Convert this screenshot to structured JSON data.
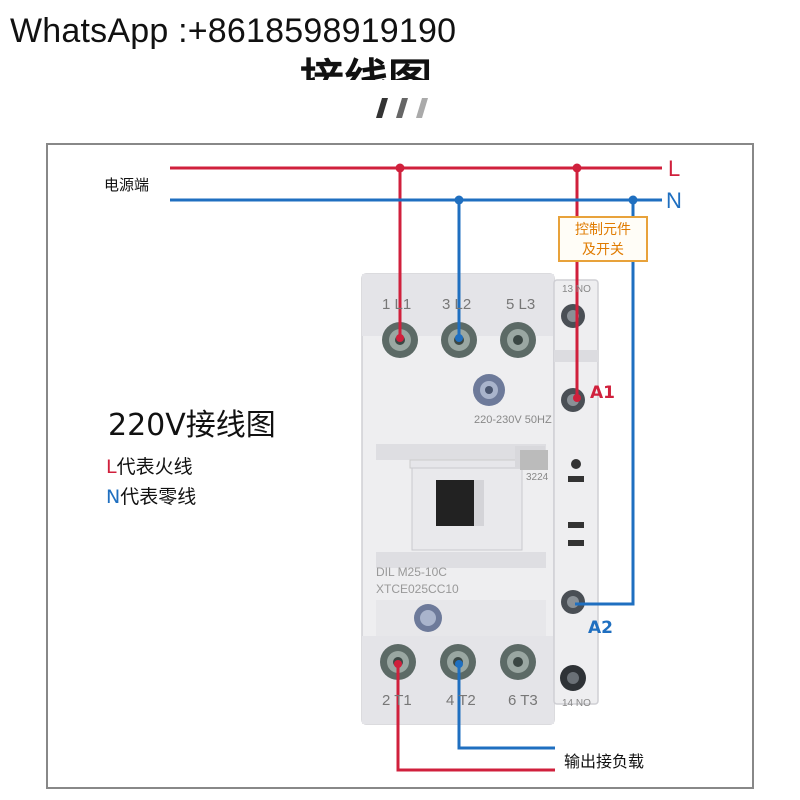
{
  "watermark": "WhatsApp :+8618598919190",
  "heading": "接线图",
  "line_labels": {
    "L": "L",
    "N": "N"
  },
  "power_label": "电源端",
  "control_box": {
    "line1": "控制元件",
    "line2": "及开关"
  },
  "title": "220V接线图",
  "legend": [
    {
      "key": "L",
      "text": "代表火线"
    },
    {
      "key": "N",
      "text": "代表零线"
    }
  ],
  "top_terminals": [
    "1 L1",
    "3 L2",
    "5 L3"
  ],
  "bottom_terminals": [
    "2 T1",
    "4 T2",
    "6 T3"
  ],
  "coil_voltage": "220-230V 50HZ",
  "aux_top": "13 NO",
  "aux_bottom": "14 NO",
  "coil_a1": "A1",
  "coil_a2": "A2",
  "code_3224": "3224",
  "model": {
    "line1": "DIL M25-10C",
    "line2": "XTCE025CC10"
  },
  "output_label": "输出接负载",
  "colors": {
    "L": "#d0203c",
    "N": "#1f6fc0",
    "control": "#e8a23a"
  }
}
